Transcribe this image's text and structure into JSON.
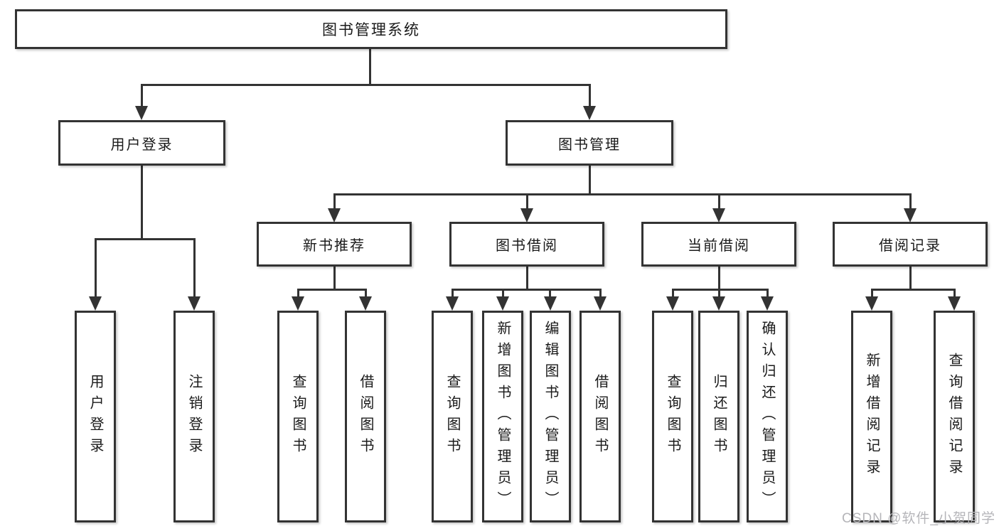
{
  "colors": {
    "line": "#333333",
    "box_fill": "#ffffff",
    "text": "#1a1a1a",
    "watermark": "#b5b5b9"
  },
  "tree": {
    "root": {
      "label": "图书管理系统",
      "children": [
        {
          "label": "用户登录",
          "children": [
            {
              "label": "用户登录"
            },
            {
              "label": "注销登录"
            }
          ]
        },
        {
          "label": "图书管理",
          "children": [
            {
              "label": "新书推荐",
              "children": [
                {
                  "label": "查询图书"
                },
                {
                  "label": "借阅图书"
                }
              ]
            },
            {
              "label": "图书借阅",
              "children": [
                {
                  "label": "查询图书"
                },
                {
                  "label": "新增图书（管理员）"
                },
                {
                  "label": "编辑图书（管理员）"
                },
                {
                  "label": "借阅图书"
                }
              ]
            },
            {
              "label": "当前借阅",
              "children": [
                {
                  "label": "查询图书"
                },
                {
                  "label": "归还图书"
                },
                {
                  "label": "确认归还（管理员）"
                }
              ]
            },
            {
              "label": "借阅记录",
              "children": [
                {
                  "label": "新增借阅记录"
                },
                {
                  "label": "查询借阅记录"
                }
              ]
            }
          ]
        }
      ]
    }
  },
  "watermark": "CSDN @软件_小贺同学"
}
